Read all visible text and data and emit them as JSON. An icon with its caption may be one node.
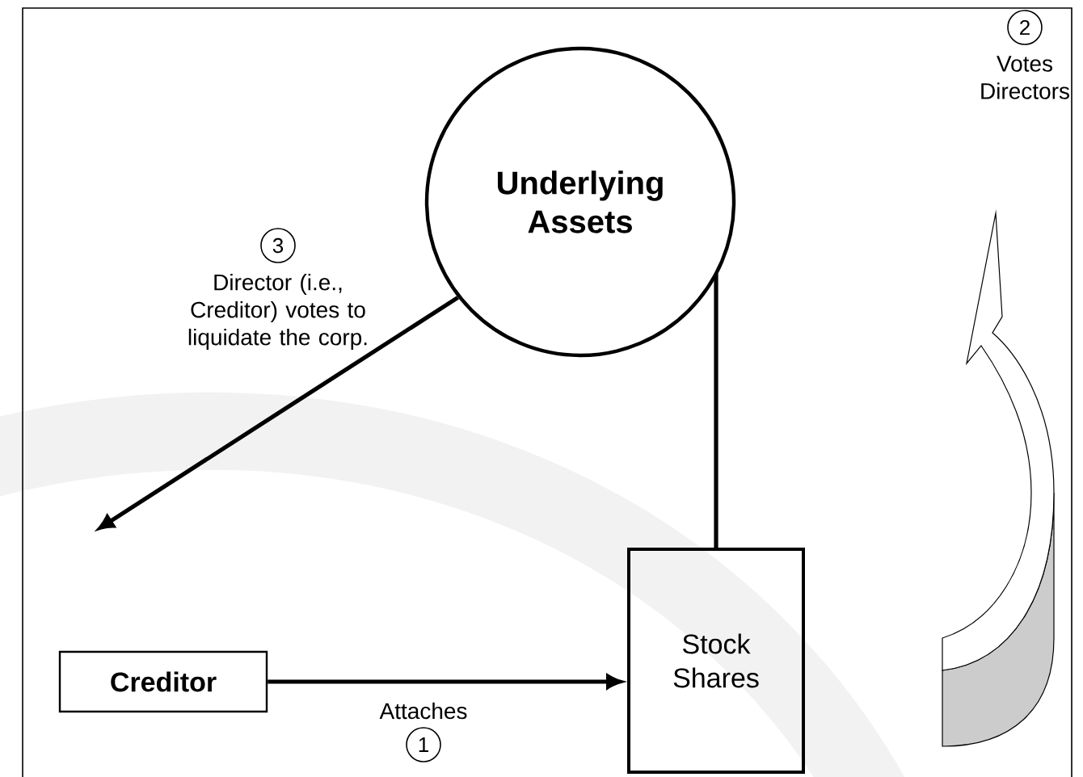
{
  "diagram": {
    "nodes": [
      {
        "text": [
          "Underlying Assets"
        ]
      },
      {
        "text": [
          "Creditor"
        ]
      },
      {
        "text": [
          "Stock Shares"
        ]
      }
    ],
    "edges": [
      {
        "from": 0,
        "to": null,
        "arrow": "to",
        "label": "Director (i.e., Creditor) votes to liquidate the corp."
      },
      {
        "from": 1,
        "to": 2,
        "arrow": "to",
        "label": "Attaches"
      },
      {
        "from": 0,
        "to": 2,
        "arrow": "none"
      }
    ],
    "labels": [
      "2",
      "Votes Directors",
      "3",
      "1"
    ]
  }
}
